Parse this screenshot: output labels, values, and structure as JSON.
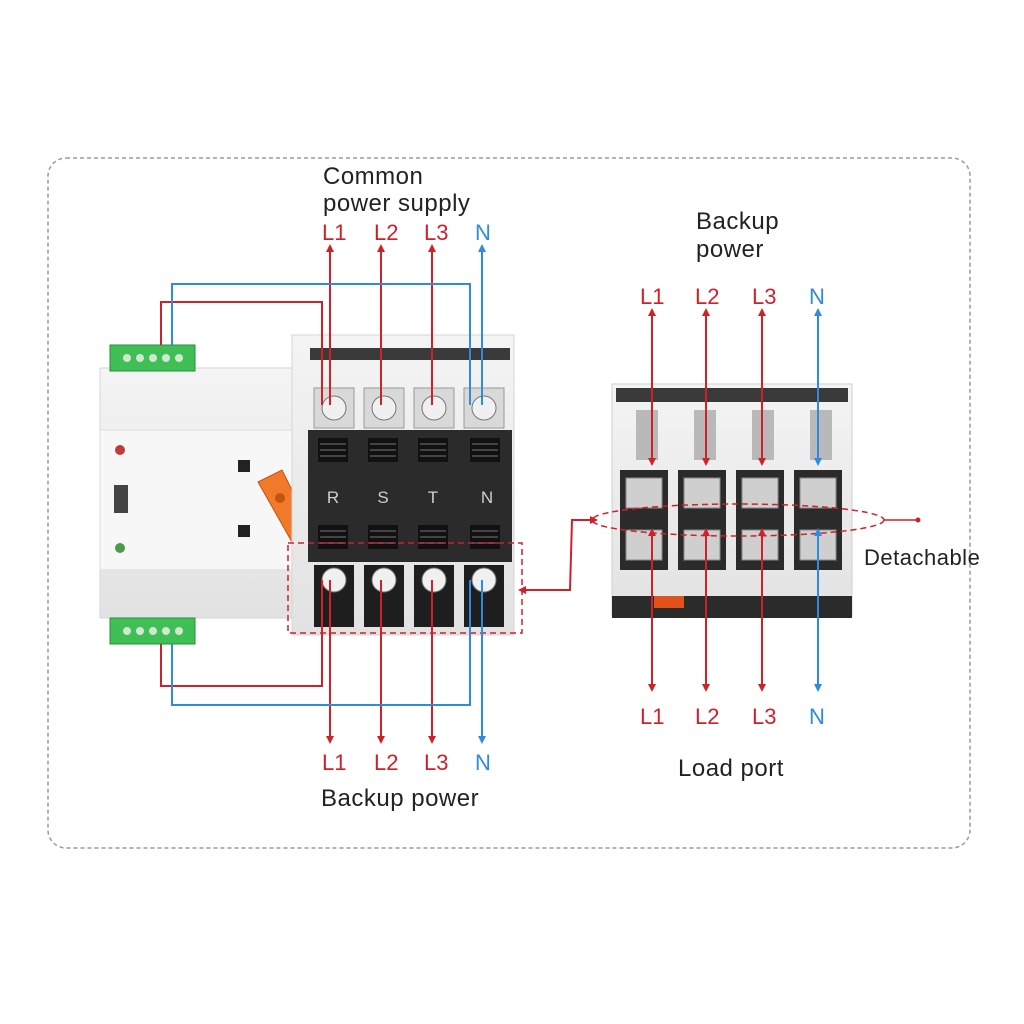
{
  "labels": {
    "common_supply_line1": "Common",
    "common_supply_line2": "power supply",
    "backup_top_line1": "Backup",
    "backup_top_line2": "power",
    "backup_bottom": "Backup power",
    "load_port": "Load port",
    "detachable": "Detachable"
  },
  "phases": [
    "L1",
    "L2",
    "L3",
    "N"
  ],
  "terminal_letters": [
    "R",
    "S",
    "T",
    "N"
  ],
  "colors": {
    "live_wire": "#d0202a",
    "neutral_wire": "#2f8be0",
    "terminal_block": "#3fbf55",
    "handle": "#f07a2a",
    "module_body": "#2b2b2b",
    "border": "#9a9a9a"
  }
}
